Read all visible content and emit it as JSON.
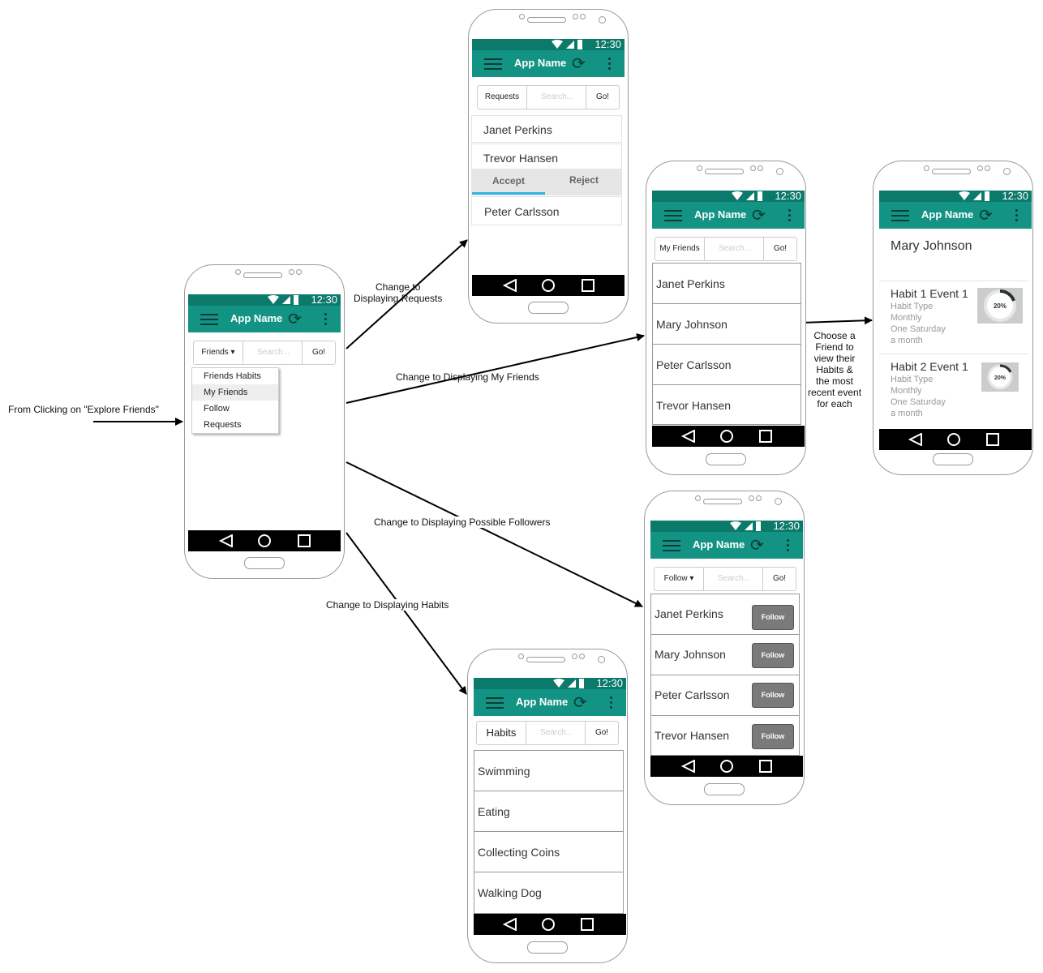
{
  "common": {
    "time": "12:30",
    "app_name": "App Name",
    "search_placeholder": "Search...",
    "go": "Go!"
  },
  "main_phone": {
    "selector": "Friends",
    "menu": [
      "Friends Habits",
      "My Friends",
      "Follow",
      "Requests"
    ]
  },
  "requests_phone": {
    "selector": "Requests",
    "rows": [
      "Janet Perkins",
      "Trevor Hansen",
      "Peter Carlsson"
    ],
    "accept": "Accept",
    "reject": "Reject"
  },
  "friends_phone": {
    "selector": "My Friends",
    "rows": [
      "Janet Perkins",
      "Mary Johnson",
      "Peter Carlsson",
      "Trevor Hansen"
    ]
  },
  "detail_phone": {
    "name": "Mary Johnson",
    "events": [
      {
        "title": "Habit 1 Event 1",
        "type": "Habit Type",
        "freq": "Monthly",
        "when": "One Saturday",
        "period": "a month",
        "progress": "20%"
      },
      {
        "title": "Habit 2 Event 1",
        "type": "Habit Type",
        "freq": "Monthly",
        "when": "One Saturday",
        "period": "a month",
        "progress": "20%"
      }
    ]
  },
  "follow_phone": {
    "selector": "Follow",
    "rows": [
      "Janet Perkins",
      "Mary Johnson",
      "Peter Carlsson",
      "Trevor Hansen"
    ],
    "button": "Follow"
  },
  "habits_phone": {
    "selector": "Habits",
    "rows": [
      "Swimming",
      "Eating",
      "Collecting Coins",
      "Walking Dog"
    ]
  },
  "labels": {
    "from": "From Clicking on \"Explore Friends\"",
    "to_requests": "Change to\nDisplaying Requests",
    "to_friends": "Change to Displaying My Friends",
    "to_followers": "Change to Displaying Possible Followers",
    "to_habits": "Change to Displaying Habits",
    "choose_friend": "Choose a\nFriend to\nview their\nHabits &\nthe most\nrecent event\nfor each"
  }
}
